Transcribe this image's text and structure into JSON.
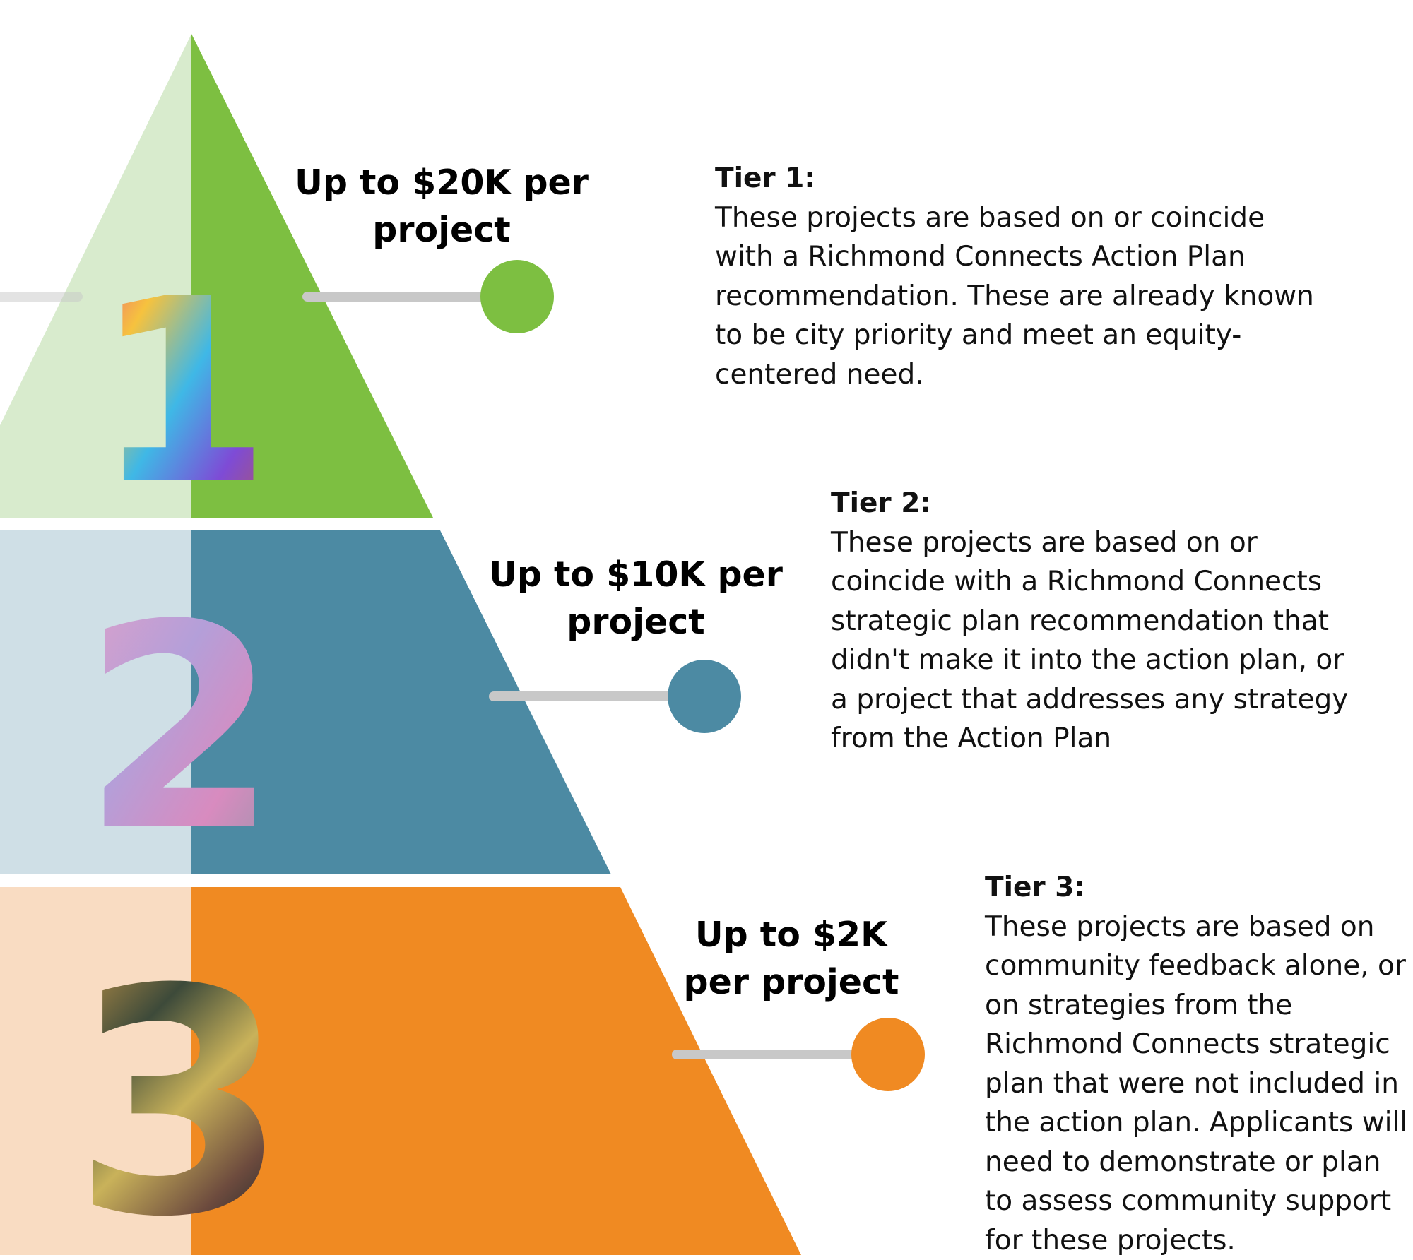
{
  "colors": {
    "tier1": "#7dbf41",
    "tier1_light": "#d8ebcd",
    "tier2": "#4c8aa3",
    "tier2_light": "#cfdfe6",
    "tier3": "#f08a22",
    "tier3_light": "#f9dcc2",
    "connector": "#c8c8c8"
  },
  "tiers": [
    {
      "number": "1",
      "amount": "Up to $20K per project",
      "title": "Tier 1:",
      "description": "These projects are based on or coincide\nwith a Richmond Connects Action Plan\nrecommendation. These are already known\nto be  city priority and meet an equity-\ncentered need."
    },
    {
      "number": "2",
      "amount": "Up to $10K per project",
      "title": "Tier 2:",
      "description": "These projects are based on or\ncoincide with a Richmond Connects\nstrategic plan recommendation that\ndidn't make it into the action plan, or\na project that addresses any strategy\nfrom the Action Plan"
    },
    {
      "number": "3",
      "amount": "Up to $2K per project",
      "title": "Tier 3:",
      "description": "These projects are based on\ncommunity feedback alone, or\non strategies from the\nRichmond Connects strategic\nplan that were not included in\nthe action plan. Applicants will\nneed to demonstrate or plan\nto assess community support\nfor these projects."
    }
  ]
}
